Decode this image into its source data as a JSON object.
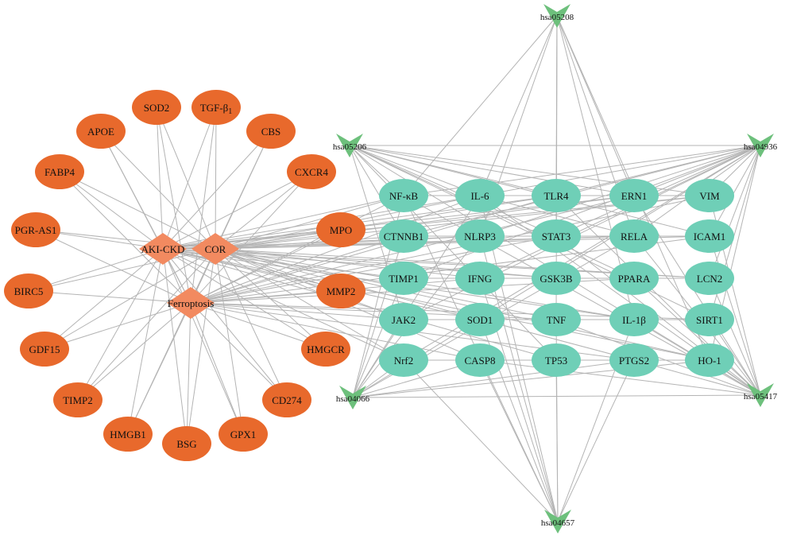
{
  "colors": {
    "edge": "#b4b4b4",
    "orange_node": "#e8692c",
    "hub_node": "#f28a60",
    "teal_node": "#6fcfb7",
    "pathway_node": "#6dc07c",
    "text": "#111111"
  },
  "hubs": [
    {
      "id": "akick",
      "label": "AKI-CKD"
    },
    {
      "id": "cor",
      "label": "COR"
    },
    {
      "id": "ferro",
      "label": "Ferroptosis"
    }
  ],
  "orange_genes": [
    {
      "id": "sod2",
      "label": "SOD2"
    },
    {
      "id": "tgfb1",
      "label": "TGF-β",
      "sub": "1"
    },
    {
      "id": "apoe",
      "label": "APOE"
    },
    {
      "id": "cbs",
      "label": "CBS"
    },
    {
      "id": "fabp4",
      "label": "FABP4"
    },
    {
      "id": "cxcr4",
      "label": "CXCR4"
    },
    {
      "id": "pgras1",
      "label": "PGR-AS1"
    },
    {
      "id": "mpo",
      "label": "MPO"
    },
    {
      "id": "birc5",
      "label": "BIRC5"
    },
    {
      "id": "mmp2",
      "label": "MMP2"
    },
    {
      "id": "gdf15",
      "label": "GDF15"
    },
    {
      "id": "hmgcr",
      "label": "HMGCR"
    },
    {
      "id": "timp2",
      "label": "TIMP2"
    },
    {
      "id": "cd274",
      "label": "CD274"
    },
    {
      "id": "hmgb1",
      "label": "HMGB1"
    },
    {
      "id": "gpx1",
      "label": "GPX1"
    },
    {
      "id": "bsg",
      "label": "BSG"
    }
  ],
  "teal_genes": [
    {
      "id": "nfkb",
      "label": "NF-κB"
    },
    {
      "id": "il6",
      "label": "IL-6"
    },
    {
      "id": "tlr4",
      "label": "TLR4"
    },
    {
      "id": "ern1",
      "label": "ERN1"
    },
    {
      "id": "vim",
      "label": "VIM"
    },
    {
      "id": "ctnnb1",
      "label": "CTNNB1"
    },
    {
      "id": "nlrp3",
      "label": "NLRP3"
    },
    {
      "id": "stat3",
      "label": "STAT3"
    },
    {
      "id": "rela",
      "label": "RELA"
    },
    {
      "id": "icam1",
      "label": "ICAM1"
    },
    {
      "id": "timp1",
      "label": "TIMP1"
    },
    {
      "id": "ifng",
      "label": "IFNG"
    },
    {
      "id": "gsk3b",
      "label": "GSK3B"
    },
    {
      "id": "ppara",
      "label": "PPARA"
    },
    {
      "id": "lcn2",
      "label": "LCN2"
    },
    {
      "id": "jak2",
      "label": "JAK2"
    },
    {
      "id": "sod1",
      "label": "SOD1"
    },
    {
      "id": "tnf",
      "label": "TNF"
    },
    {
      "id": "il1b",
      "label": "IL-1β"
    },
    {
      "id": "sirt1",
      "label": "SIRT1"
    },
    {
      "id": "nrf2",
      "label": "Nrf2"
    },
    {
      "id": "casp8",
      "label": "CASP8"
    },
    {
      "id": "tp53",
      "label": "TP53"
    },
    {
      "id": "ptgs2",
      "label": "PTGS2"
    },
    {
      "id": "ho1",
      "label": "HO-1"
    }
  ],
  "pathways": [
    {
      "id": "p5208",
      "label": "hsa05208"
    },
    {
      "id": "p5206",
      "label": "hsa05206"
    },
    {
      "id": "p4936",
      "label": "hsa04936"
    },
    {
      "id": "p4066",
      "label": "hsa04066"
    },
    {
      "id": "p5417",
      "label": "hsa05417"
    },
    {
      "id": "p4657",
      "label": "hsa04657"
    }
  ]
}
